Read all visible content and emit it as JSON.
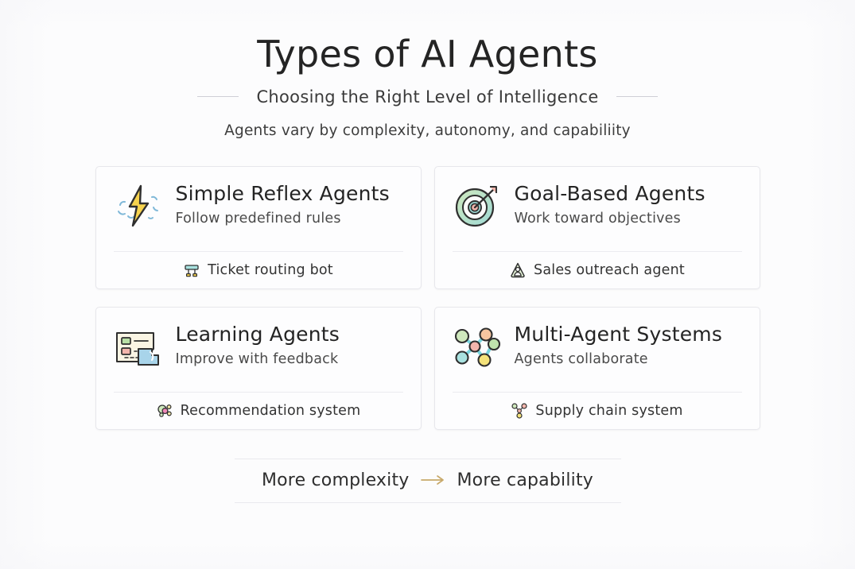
{
  "header": {
    "title": "Types of AI Agents",
    "subtitle": "Choosing the Right Level of Intelligence",
    "tagline": "Agents vary by complexity, autonomy, and capabiliity"
  },
  "cards": [
    {
      "title": "Simple Reflex Agents",
      "description": "Follow predefined rules",
      "example": "Ticket routing bot",
      "icon": "lightning-bolt-icon",
      "example_icon": "routing-bench-icon"
    },
    {
      "title": "Goal-Based Agents",
      "description": "Work toward objectives",
      "example": "Sales outreach agent",
      "icon": "target-arrow-icon",
      "example_icon": "person-shield-icon"
    },
    {
      "title": "Learning Agents",
      "description": "Improve with feedback",
      "example": "Recommendation system",
      "icon": "checklist-board-icon",
      "example_icon": "cluster-nodes-icon"
    },
    {
      "title": "Multi-Agent Systems",
      "description": "Agents collaborate",
      "example": "Supply chain system",
      "icon": "network-nodes-icon",
      "example_icon": "tri-node-icon"
    }
  ],
  "footer": {
    "left_text": "More complexity",
    "arrow_icon": "right-arrow-icon",
    "right_text": "More capability"
  },
  "colors": {
    "page_background": "#fcfcfd",
    "card_background": "#fdfdfe",
    "card_border": "#e7e7ec",
    "title_text": "#242424",
    "body_text": "#4a4a4a",
    "divider": "#ebebf0",
    "arrow_accent": "#c8a96a",
    "icon_yellow": "#f7d34e",
    "icon_blue": "#a8d4ea",
    "icon_green": "#b9dfa6",
    "icon_pink": "#f3b5ac",
    "icon_teal": "#a9e2e0",
    "icon_cream": "#faf5e4",
    "icon_outline": "#2f2f2f"
  }
}
